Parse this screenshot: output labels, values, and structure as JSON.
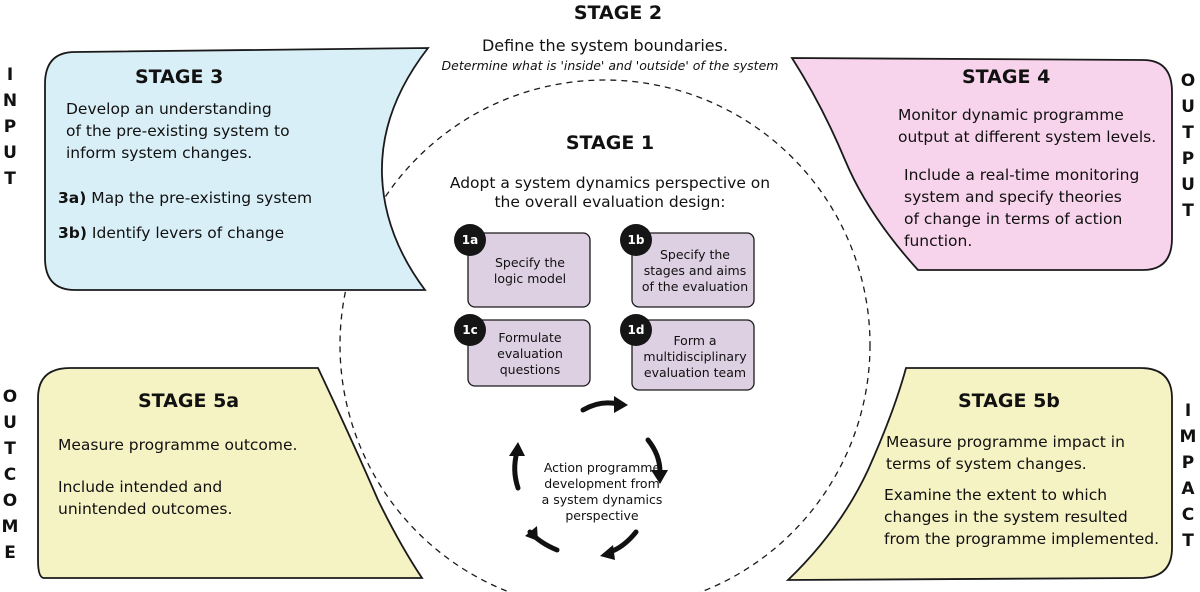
{
  "colors": {
    "stage3_fill": "#d9eff7",
    "stage4_fill": "#f8d3ec",
    "stage5_fill": "#f5f2c3",
    "subbox_fill": "#ddd0e2",
    "outline": "#1a1a1a"
  },
  "stage2": {
    "title": "STAGE 2",
    "line1": "Define the system boundaries.",
    "line2": "Determine what is 'inside' and 'outside' of the system"
  },
  "stage1": {
    "title": "STAGE 1",
    "line1": "Adopt a system dynamics perspective on",
    "line2": "the overall evaluation design:",
    "subboxes": [
      {
        "badge": "1a",
        "line1": "Specify the",
        "line2": "logic model",
        "line3": ""
      },
      {
        "badge": "1b",
        "line1": "Specify the",
        "line2": "stages and aims",
        "line3": "of the evaluation"
      },
      {
        "badge": "1c",
        "line1": "Formulate",
        "line2": "evaluation",
        "line3": "questions"
      },
      {
        "badge": "1d",
        "line1": "Form a",
        "line2": "multidisciplinary",
        "line3": "evaluation team"
      }
    ],
    "cycle": {
      "line1": "Action programme",
      "line2": "development from",
      "line3": "a system dynamics",
      "line4": "perspective"
    }
  },
  "stage3": {
    "title": "STAGE 3",
    "line1": "Develop an understanding",
    "line2": "of the pre-existing system to",
    "line3": "inform system changes.",
    "item_a_label": "3a)",
    "item_a_text": "Map the pre-existing system",
    "item_b_label": "3b)",
    "item_b_text": "Identify levers of change"
  },
  "stage4": {
    "title": "STAGE 4",
    "line1": "Monitor dynamic programme",
    "line2": "output at different system levels.",
    "line3": "Include a real-time monitoring",
    "line4": "system and specify theories",
    "line5": "of change in terms of action",
    "line6": "function."
  },
  "stage5a": {
    "title": "STAGE 5a",
    "line1": "Measure programme outcome.",
    "line2": "Include intended and",
    "line3": "unintended outcomes."
  },
  "stage5b": {
    "title": "STAGE 5b",
    "line1": "Measure programme impact in",
    "line2": "terms of system changes.",
    "line3": "Examine the extent to which",
    "line4": "changes in the system resulted",
    "line5": "from the programme implemented."
  },
  "side_labels": {
    "input": [
      "I",
      "N",
      "P",
      "U",
      "T"
    ],
    "output": [
      "O",
      "U",
      "T",
      "P",
      "U",
      "T"
    ],
    "outcome": [
      "O",
      "U",
      "T",
      "C",
      "O",
      "M",
      "E"
    ],
    "impact": [
      "I",
      "M",
      "P",
      "A",
      "C",
      "T"
    ]
  }
}
